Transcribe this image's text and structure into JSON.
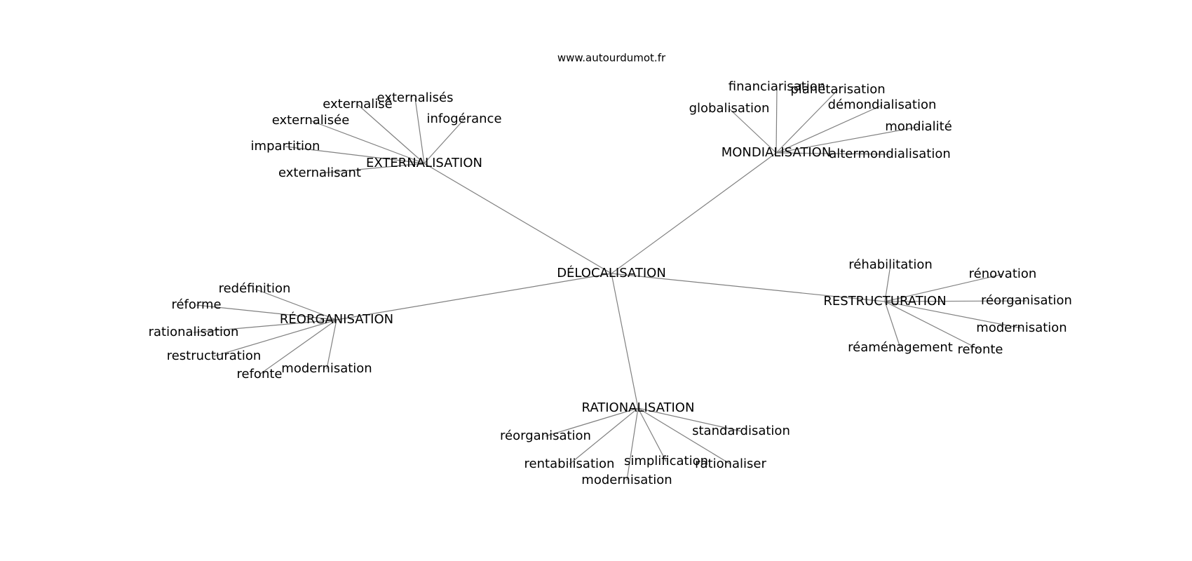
{
  "source": "www.autourdumot.fr",
  "colors": {
    "edge": "#808080",
    "text": "#000000",
    "background": "#ffffff"
  },
  "graph": {
    "root": {
      "id": "delocalisation",
      "label": "DÉLOCALISATION"
    },
    "hubs": [
      {
        "id": "externalisation",
        "label": "EXTERNALISATION",
        "leaves": [
          "externalisés",
          "externalisé",
          "externalisée",
          "infogérance",
          "impartition",
          "externalisant"
        ]
      },
      {
        "id": "mondialisation",
        "label": "MONDIALISATION",
        "leaves": [
          "financiarisation",
          "planétarisation",
          "globalisation",
          "démondialisation",
          "mondialité",
          "altermondialisation"
        ]
      },
      {
        "id": "reorganisation",
        "label": "RÉORGANISATION",
        "leaves": [
          "redéfinition",
          "réforme",
          "rationalisation",
          "restructuration",
          "refonte",
          "modernisation"
        ]
      },
      {
        "id": "restructuration",
        "label": "RESTRUCTURATION",
        "leaves": [
          "réhabilitation",
          "rénovation",
          "réorganisation",
          "modernisation",
          "réaménagement",
          "refonte"
        ]
      },
      {
        "id": "rationalisation",
        "label": "RATIONALISATION",
        "leaves": [
          "réorganisation",
          "standardisation",
          "rentabilisation",
          "simplification",
          "rationaliser",
          "modernisation"
        ]
      }
    ]
  }
}
